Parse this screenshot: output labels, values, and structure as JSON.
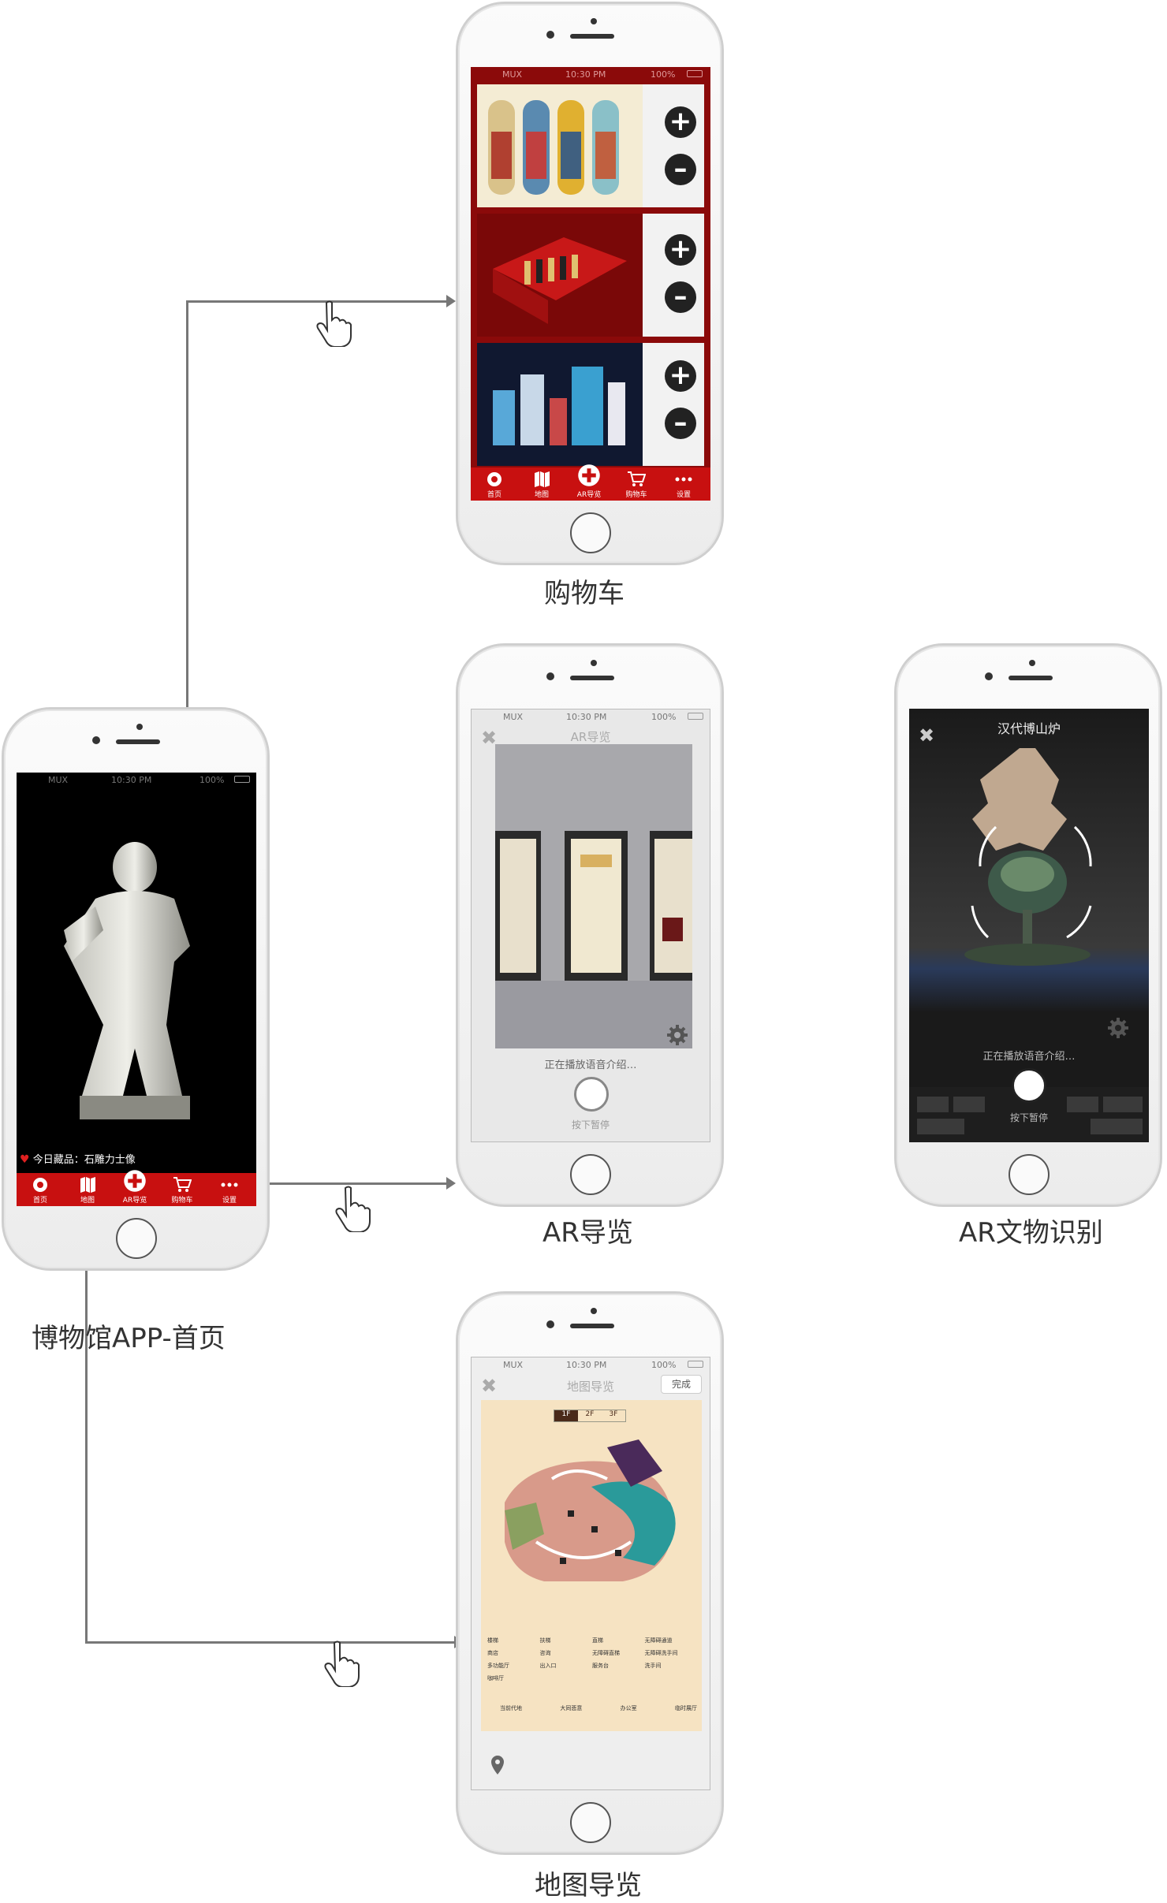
{
  "status": {
    "carrier": "MUX",
    "time": "10:30 PM",
    "battery": "100%"
  },
  "tabs": [
    "首页",
    "地图",
    "AR导览",
    "购物车",
    "设置"
  ],
  "home": {
    "caption": "博物馆APP-首页",
    "featured": "今日藏品：石雕力士像"
  },
  "cart": {
    "caption": "购物车"
  },
  "ar_guide": {
    "caption": "AR导览",
    "title": "AR导览",
    "playing": "正在播放语音介绍…",
    "pause_hint": "按下暂停"
  },
  "ar_recog": {
    "caption": "AR文物识别",
    "title": "汉代博山炉",
    "playing": "正在播放语音介绍…",
    "pause_hint": "按下暂停"
  },
  "map": {
    "caption": "地图导览",
    "title": "地图导览",
    "done": "完成",
    "floors": [
      "1F",
      "2F",
      "3F"
    ],
    "legend": [
      "楼梯",
      "扶梯",
      "直梯",
      "无障碍通道",
      "商店",
      "咨询",
      "无障碍直梯",
      "无障碍洗手间",
      "多功能厅",
      "出入口",
      "服务台",
      "洗手间",
      "咖啡厅"
    ],
    "zones": [
      "当前代地",
      "大同悲意",
      "办公室",
      "临时展厅"
    ]
  },
  "colors": {
    "accent": "#c81010",
    "map_bg": "#f6e3c2",
    "connector": "#777777"
  }
}
